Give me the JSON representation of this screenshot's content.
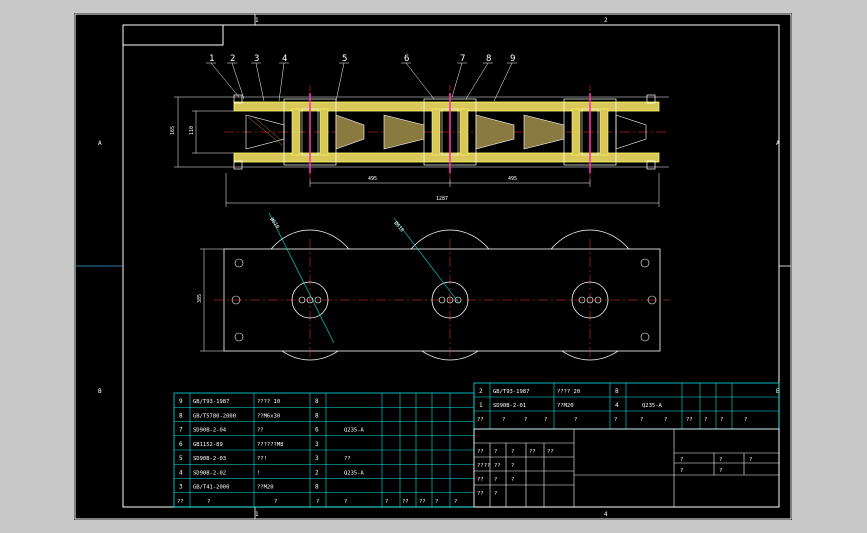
{
  "frame": {
    "zone_top": [
      "1",
      "2"
    ],
    "zone_bottom": [
      "1",
      "4"
    ],
    "zone_left": [
      "A",
      "B"
    ],
    "zone_right": [
      "A",
      "B"
    ]
  },
  "balloons": [
    "1",
    "2",
    "3",
    "4",
    "5",
    "6",
    "7",
    "8",
    "9"
  ],
  "dims": {
    "height_outer": "165",
    "height_inner": "110",
    "span_left": "495",
    "span_right": "495",
    "overall": "1287",
    "plate_height": "385",
    "diameter_1": "Ø610",
    "diameter_2": "Ø610"
  },
  "bom_left": [
    {
      "no": "9",
      "std": "GB/T93-1987",
      "name": "???? 10",
      "qty": "8",
      "mat": ""
    },
    {
      "no": "8",
      "std": "GB/T5780-2000",
      "name": "??M6x30",
      "qty": "8",
      "mat": ""
    },
    {
      "no": "7",
      "std": "SD90B-2-04",
      "name": "??",
      "qty": "6",
      "mat": "Q235-A"
    },
    {
      "no": "6",
      "std": "GB1152-89",
      "name": "??????M8",
      "qty": "3",
      "mat": ""
    },
    {
      "no": "5",
      "std": "SD90B-2-03",
      "name": "??!",
      "qty": "3",
      "mat": "??"
    },
    {
      "no": "4",
      "std": "SD90B-2-02",
      "name": "!",
      "qty": "2",
      "mat": "Q235-A"
    },
    {
      "no": "3",
      "std": "GB/T41-2000",
      "name": "??M20",
      "qty": "8",
      "mat": ""
    }
  ],
  "bom_left_header": [
    "??",
    "?",
    "?",
    "?",
    "?",
    "?",
    "??",
    "??",
    "?",
    "?"
  ],
  "bom_right": [
    {
      "no": "2",
      "std": "GB/T93-1987",
      "name": "???? 20",
      "qty": "8",
      "mat": ""
    },
    {
      "no": "1",
      "std": "SD90B-2-01",
      "name": "??M20",
      "qty": "4",
      "mat": "Q235-A"
    }
  ],
  "bom_right_header": [
    "??",
    "?",
    "?",
    "?",
    "?",
    "?",
    "?",
    "?",
    "??",
    "?",
    "?",
    "?"
  ],
  "title_block": {
    "cells": [
      "??",
      "?",
      "?",
      "??",
      "??",
      "????",
      "??",
      "?",
      "??",
      "?",
      "?",
      "??",
      "?",
      "?",
      "?",
      "?",
      "?",
      "?"
    ]
  }
}
